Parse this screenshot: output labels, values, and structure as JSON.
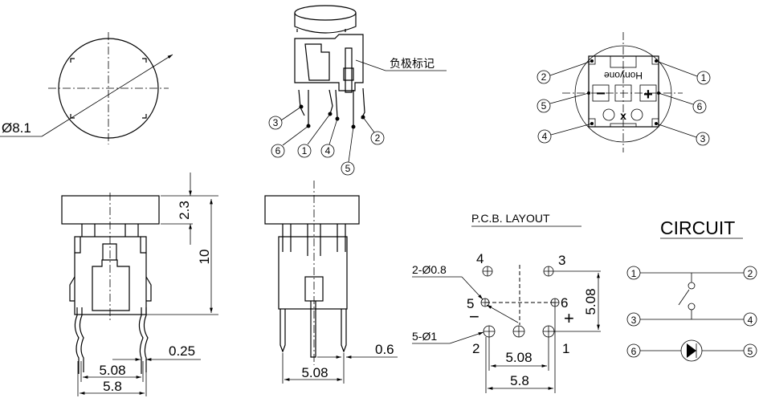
{
  "top_view": {
    "diameter_label": "Ø8.1"
  },
  "iso_view": {
    "polarity_mark_label": "负极标记",
    "pin_callouts": [
      "3",
      "6",
      "1",
      "4",
      "5",
      "2"
    ]
  },
  "bottom_view": {
    "brand_text": "Honyone",
    "minus": "−",
    "plus": "+",
    "x_mark": "x",
    "pin_callouts": [
      "2",
      "1",
      "5",
      "6",
      "4",
      "3"
    ]
  },
  "front_view": {
    "cap_height": "2.3",
    "total_height": "10",
    "pin_thickness": "0.25",
    "pin_pitch": "5.08",
    "body_width": "5.8"
  },
  "side_view": {
    "pin_width": "0.6",
    "pin_pitch": "5.08"
  },
  "pcb_layout": {
    "title": "P.C.B. LAYOUT",
    "small_hole_label": "2-Ø0.8",
    "large_hole_label": "5-Ø1",
    "pins": [
      "4",
      "3",
      "5",
      "6",
      "2",
      "1"
    ],
    "minus": "−",
    "plus": "+",
    "vertical_pitch": "5.08",
    "horizontal_pitch": "5.08",
    "width": "5.8"
  },
  "circuit": {
    "title": "CIRCUIT",
    "pins": [
      "1",
      "2",
      "3",
      "4",
      "6",
      "5"
    ]
  }
}
